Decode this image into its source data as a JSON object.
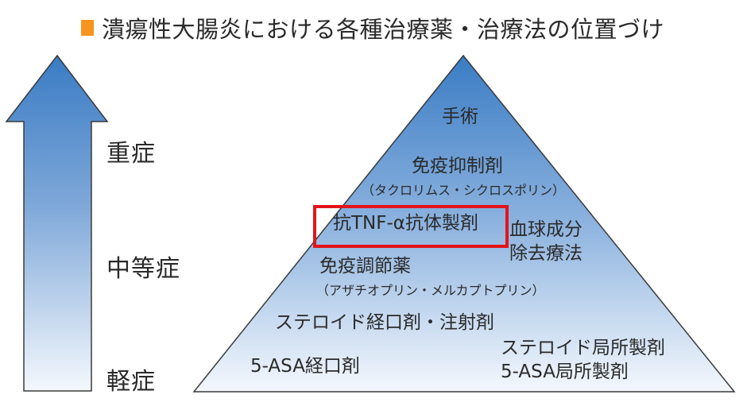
{
  "title": {
    "text": "潰瘍性大腸炎における各種治療薬・治療法の位置づけ",
    "marker_color": "#F7941D"
  },
  "severity_arrow": {
    "icon": "up-arrow-gradient",
    "top_color": "#3A7CC4",
    "bottom_color": "#F4F8FD",
    "labels": {
      "severe": "重症",
      "moderate": "中等症",
      "mild": "軽症"
    }
  },
  "pyramid": {
    "top_color": "#3A7CC4",
    "bottom_color": "#F4F8FD",
    "tiers": {
      "surgery": "手術",
      "immunosuppressant": "免疫抑制剤",
      "immunosuppressant_examples": "（タクロリムス・シクロスポリン）",
      "anti_tnf": "抗TNF-α抗体製剤",
      "apheresis_line1": "血球成分",
      "apheresis_line2": "除去療法",
      "immunomodulator": "免疫調節薬",
      "immunomodulator_examples": "（アザチオプリン・メルカプトプリン）",
      "steroid_systemic": "ステロイド経口剤・注射剤",
      "asa_oral": "5-ASA経口剤",
      "steroid_local": "ステロイド局所製剤",
      "asa_local": "5-ASA局所製剤"
    },
    "highlight": {
      "target": "抗TNF-α抗体製剤",
      "color": "#E3141B"
    }
  }
}
